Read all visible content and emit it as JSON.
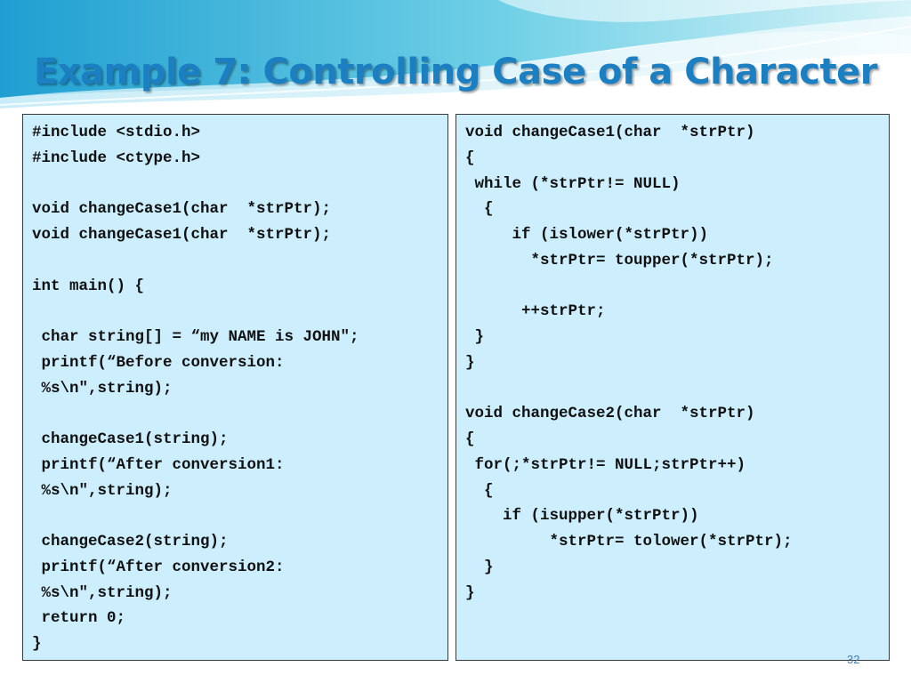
{
  "slide": {
    "title": "Example 7: Controlling Case of a Character",
    "page_number": "32"
  },
  "left_code": [
    "#include <stdio.h>",
    "#include <ctype.h>",
    "",
    "void changeCase1(char  *strPtr);",
    "void changeCase1(char  *strPtr);",
    "",
    "int main() {",
    "",
    " char string[] = “my NAME is JOHN\";",
    " printf(“Before conversion:",
    " %s\\n\",string);",
    "",
    " changeCase1(string);",
    " printf(“After conversion1:",
    " %s\\n\",string);",
    "",
    " changeCase2(string);",
    " printf(“After conversion2:",
    " %s\\n\",string);",
    " return 0;",
    "}"
  ],
  "right_code": [
    "void changeCase1(char  *strPtr)",
    "{",
    " while (*strPtr!= NULL)",
    "  {",
    "     if (islower(*strPtr))",
    "       *strPtr= toupper(*strPtr);",
    "",
    "      ++strPtr;",
    " }",
    "}",
    "",
    "void changeCase2(char  *strPtr)",
    "{",
    " for(;*strPtr!= NULL;strPtr++)",
    "  {",
    "    if (isupper(*strPtr))",
    "         *strPtr= tolower(*strPtr);",
    "  }",
    "}"
  ]
}
